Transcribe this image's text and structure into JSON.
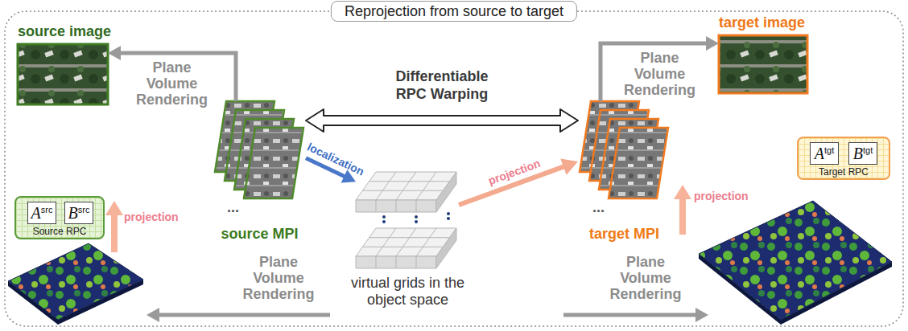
{
  "diagram": {
    "title": "Reprojection from source to target",
    "nodes": [
      {
        "text": [
          "source image"
        ]
      },
      {
        "text": [
          "Source RPC"
        ]
      },
      {
        "text": [
          "A",
          "src"
        ],
        "in": 1
      },
      {
        "text": [
          "B",
          "src"
        ],
        "in": 1
      },
      {
        "text": [
          "source MPI"
        ]
      },
      {
        "text": [
          "virtual grids in the object space"
        ]
      },
      {
        "text": [
          "target MPI"
        ]
      },
      {
        "text": [
          "target image"
        ]
      },
      {
        "text": [
          "Target RPC"
        ]
      },
      {
        "text": [
          "A",
          "tgt"
        ],
        "in": 8
      },
      {
        "text": [
          "B",
          "tgt"
        ],
        "in": 8
      }
    ],
    "edges": [
      {
        "from": 4,
        "to": 0,
        "arrow": "to",
        "label": "Plane Volume Rendering"
      },
      {
        "from": 4,
        "to": 6,
        "arrow": "both",
        "label": "Differentiable RPC Warping"
      },
      {
        "from": 4,
        "to": 5,
        "arrow": "to",
        "label": "localization"
      },
      {
        "from": 5,
        "to": 6,
        "arrow": "to",
        "label": "projection"
      },
      {
        "from": 6,
        "to": 7,
        "arrow": "to",
        "label": "Plane Volume Rendering"
      }
    ],
    "labels": [
      "projection",
      "...",
      "Plane Volume Rendering",
      "...",
      "Plane Volume Rendering",
      "projection"
    ]
  }
}
